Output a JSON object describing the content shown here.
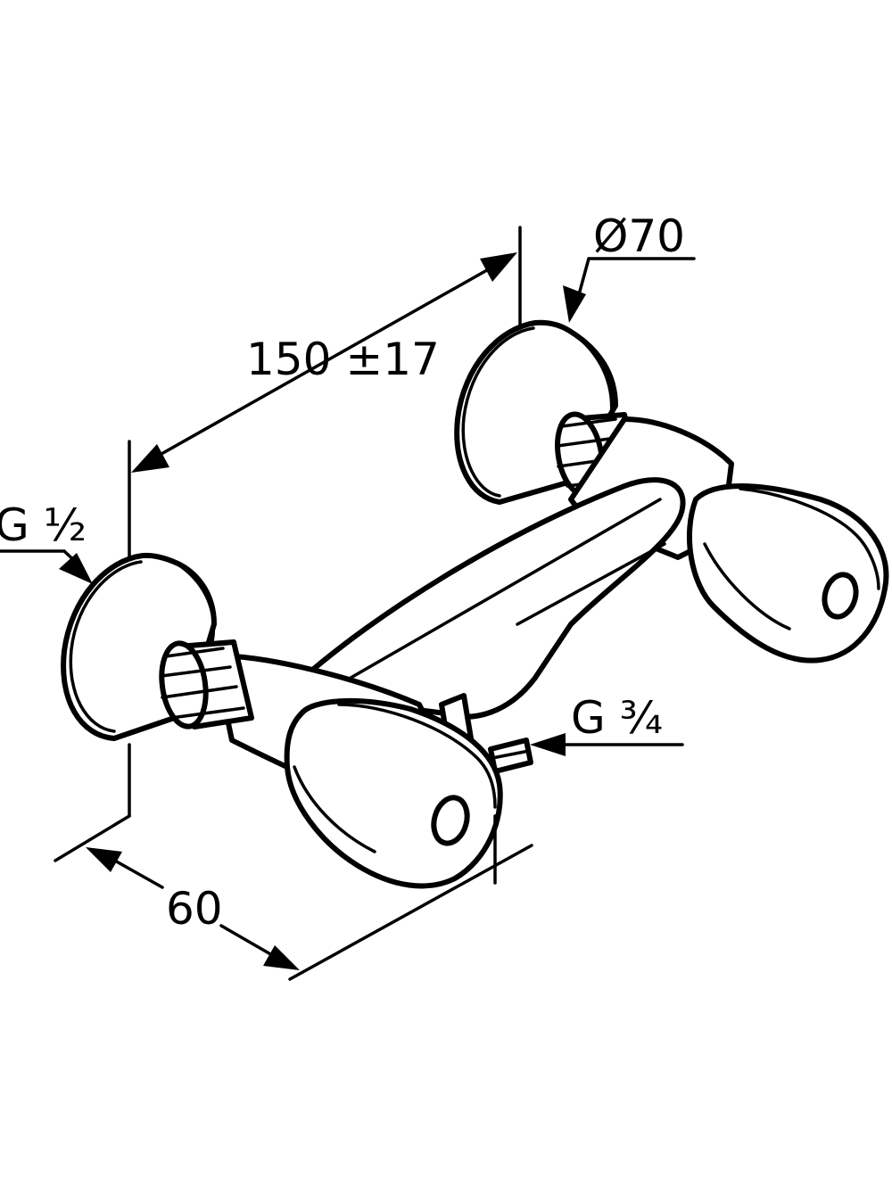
{
  "dimensions": {
    "spacing": "150 ±17",
    "rosette_diameter": "Ø70",
    "inlet_thread": "G ½",
    "outlet_thread": "G ¾",
    "projection": "60"
  },
  "colors": {
    "ink": "#000000",
    "background": "#ffffff"
  }
}
